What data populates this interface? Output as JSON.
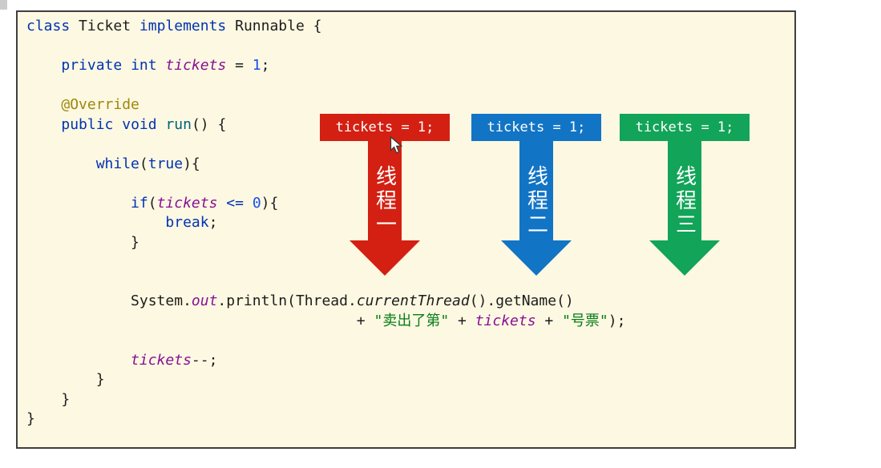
{
  "colors": {
    "panel-bg": "#fdf8e2",
    "panel-border": "#3f3f3f",
    "kw": "#0033b3",
    "num": "#1750eb",
    "fld": "#871094",
    "ann": "#9e880d",
    "mth": "#00627a",
    "str": "#067d17",
    "plain": "#1c1c1c",
    "arrow-red": "#d32012",
    "arrow-blue": "#1274c5",
    "arrow-green": "#12a458",
    "arrow-text": "#ffffff"
  },
  "code": {
    "language": "java",
    "lines": [
      [
        {
          "c": "k",
          "t": "class"
        },
        {
          "c": "p",
          "t": " Ticket "
        },
        {
          "c": "k",
          "t": "implements"
        },
        {
          "c": "p",
          "t": " Runnable {"
        }
      ],
      [],
      [
        {
          "c": "p",
          "t": "    "
        },
        {
          "c": "k",
          "t": "private"
        },
        {
          "c": "p",
          "t": " "
        },
        {
          "c": "k",
          "t": "int"
        },
        {
          "c": "p",
          "t": " "
        },
        {
          "c": "f",
          "t": "tickets"
        },
        {
          "c": "p",
          "t": " = "
        },
        {
          "c": "n",
          "t": "1"
        },
        {
          "c": "p",
          "t": ";"
        }
      ],
      [],
      [
        {
          "c": "p",
          "t": "    "
        },
        {
          "c": "a",
          "t": "@Override"
        }
      ],
      [
        {
          "c": "p",
          "t": "    "
        },
        {
          "c": "k",
          "t": "public"
        },
        {
          "c": "p",
          "t": " "
        },
        {
          "c": "k",
          "t": "void"
        },
        {
          "c": "p",
          "t": " "
        },
        {
          "c": "m",
          "t": "run"
        },
        {
          "c": "p",
          "t": "() {"
        }
      ],
      [],
      [
        {
          "c": "p",
          "t": "        "
        },
        {
          "c": "k",
          "t": "while"
        },
        {
          "c": "p",
          "t": "("
        },
        {
          "c": "k",
          "t": "true"
        },
        {
          "c": "p",
          "t": "){"
        }
      ],
      [],
      [
        {
          "c": "p",
          "t": "            "
        },
        {
          "c": "k",
          "t": "if"
        },
        {
          "c": "p",
          "t": "("
        },
        {
          "c": "f",
          "t": "tickets"
        },
        {
          "c": "p",
          "t": " "
        },
        {
          "c": "k",
          "t": "<="
        },
        {
          "c": "p",
          "t": " "
        },
        {
          "c": "n",
          "t": "0"
        },
        {
          "c": "p",
          "t": "){"
        }
      ],
      [
        {
          "c": "p",
          "t": "                "
        },
        {
          "c": "k",
          "t": "break"
        },
        {
          "c": "p",
          "t": ";"
        }
      ],
      [
        {
          "c": "p",
          "t": "            }"
        }
      ],
      [],
      [],
      [
        {
          "c": "p",
          "t": "            System."
        },
        {
          "c": "f",
          "t": "out"
        },
        {
          "c": "p",
          "t": ".println(Thread."
        },
        {
          "c": "i",
          "t": "currentThread"
        },
        {
          "c": "p",
          "t": "().getName()"
        }
      ],
      [
        {
          "c": "p",
          "t": "                                      + "
        },
        {
          "c": "s",
          "t": "\"卖出了第\""
        },
        {
          "c": "p",
          "t": " + "
        },
        {
          "c": "f",
          "t": "tickets"
        },
        {
          "c": "p",
          "t": " + "
        },
        {
          "c": "s",
          "t": "\"号票\""
        },
        {
          "c": "p",
          "t": ");"
        }
      ],
      [],
      [
        {
          "c": "p",
          "t": "            "
        },
        {
          "c": "f",
          "t": "tickets"
        },
        {
          "c": "p",
          "t": "--;"
        }
      ],
      [
        {
          "c": "p",
          "t": "        }"
        }
      ],
      [
        {
          "c": "p",
          "t": "    }"
        }
      ],
      [
        {
          "c": "p",
          "t": "}"
        }
      ]
    ]
  },
  "arrows": [
    {
      "header": "tickets = 1;",
      "label": "线程一",
      "color": "#d32012"
    },
    {
      "header": "tickets = 1;",
      "label": "线程二",
      "color": "#1274c5"
    },
    {
      "header": "tickets = 1;",
      "label": "线程三",
      "color": "#12a458"
    }
  ]
}
